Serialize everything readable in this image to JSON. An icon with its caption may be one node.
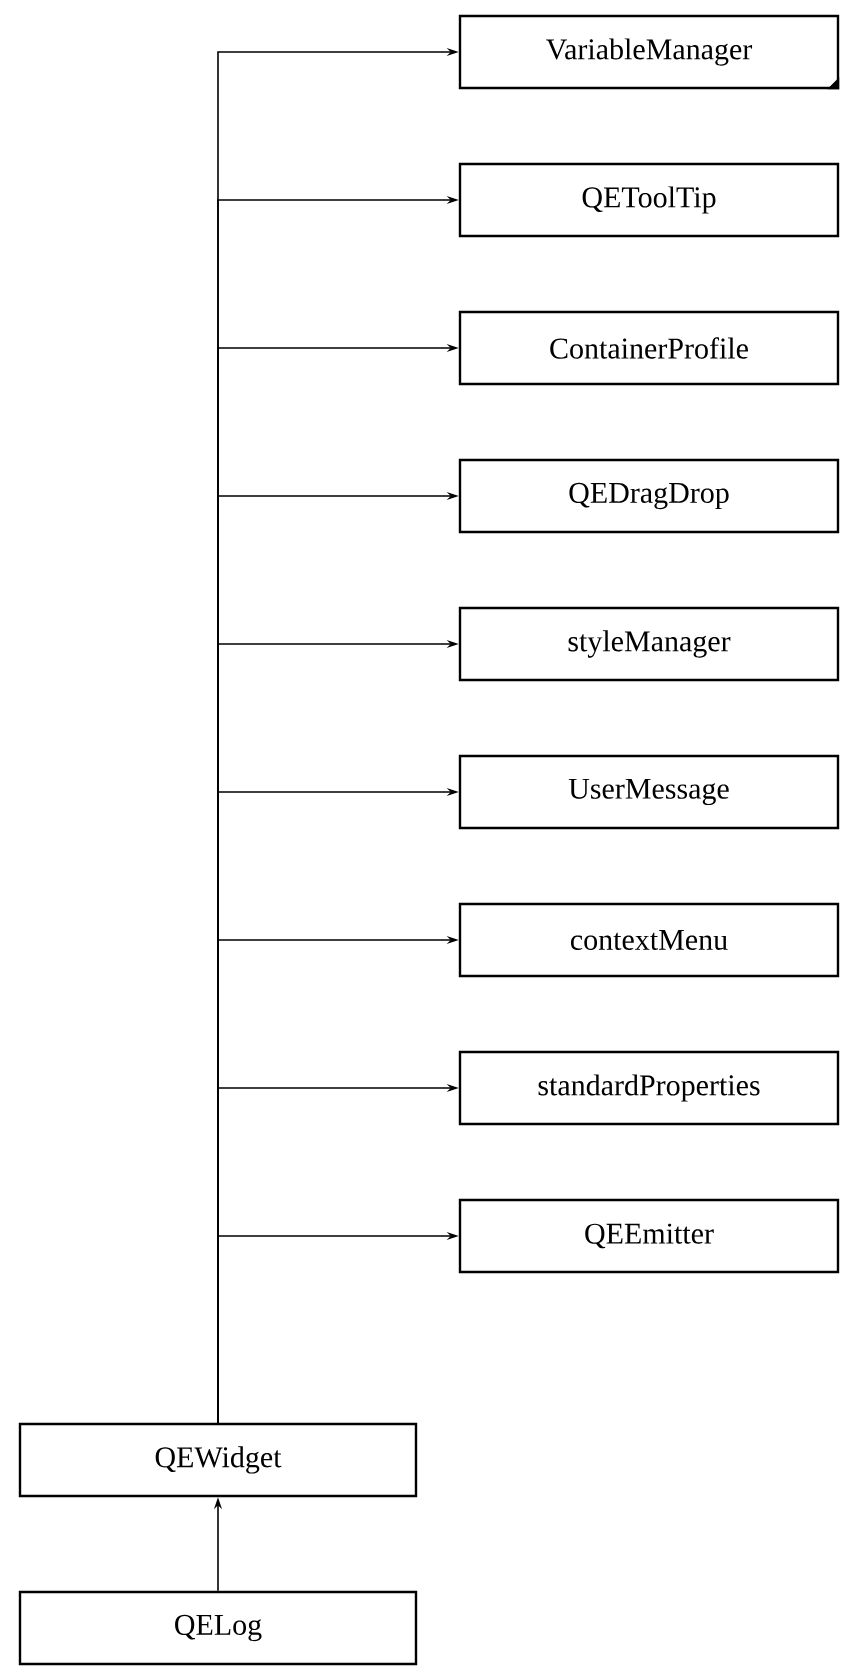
{
  "diagram": {
    "nodes": [
      {
        "text": [
          "VariableManager"
        ]
      },
      {
        "text": [
          "QEToolTip"
        ]
      },
      {
        "text": [
          "ContainerProfile"
        ]
      },
      {
        "text": [
          "QEDragDrop"
        ]
      },
      {
        "text": [
          "styleManager"
        ]
      },
      {
        "text": [
          "UserMessage"
        ]
      },
      {
        "text": [
          "contextMenu"
        ]
      },
      {
        "text": [
          "standardProperties"
        ]
      },
      {
        "text": [
          "QEEmitter"
        ]
      },
      {
        "text": [
          "QEWidget"
        ]
      },
      {
        "text": [
          "QELog"
        ]
      }
    ],
    "edges": [
      {
        "from": 9,
        "to": 0,
        "arrow": "to"
      },
      {
        "from": 9,
        "to": 1,
        "arrow": "to"
      },
      {
        "from": 9,
        "to": 2,
        "arrow": "to"
      },
      {
        "from": 9,
        "to": 3,
        "arrow": "to"
      },
      {
        "from": 9,
        "to": 4,
        "arrow": "to"
      },
      {
        "from": 9,
        "to": 5,
        "arrow": "to"
      },
      {
        "from": 9,
        "to": 6,
        "arrow": "to"
      },
      {
        "from": 9,
        "to": 7,
        "arrow": "to"
      },
      {
        "from": 9,
        "to": 8,
        "arrow": "to"
      },
      {
        "from": 10,
        "to": 9,
        "arrow": "to"
      }
    ]
  }
}
